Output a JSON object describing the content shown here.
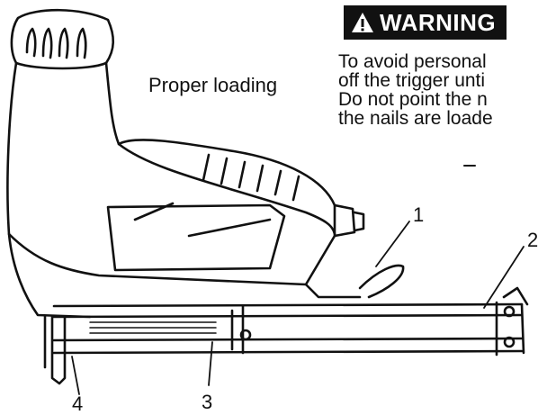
{
  "warning": {
    "label": "WARNING",
    "lines": [
      "To avoid personal",
      "off the trigger unti",
      "Do not point the n",
      "the nails are loade"
    ]
  },
  "figure": {
    "caption": "Proper loading",
    "callouts": [
      "1",
      "2",
      "3",
      "4"
    ]
  }
}
